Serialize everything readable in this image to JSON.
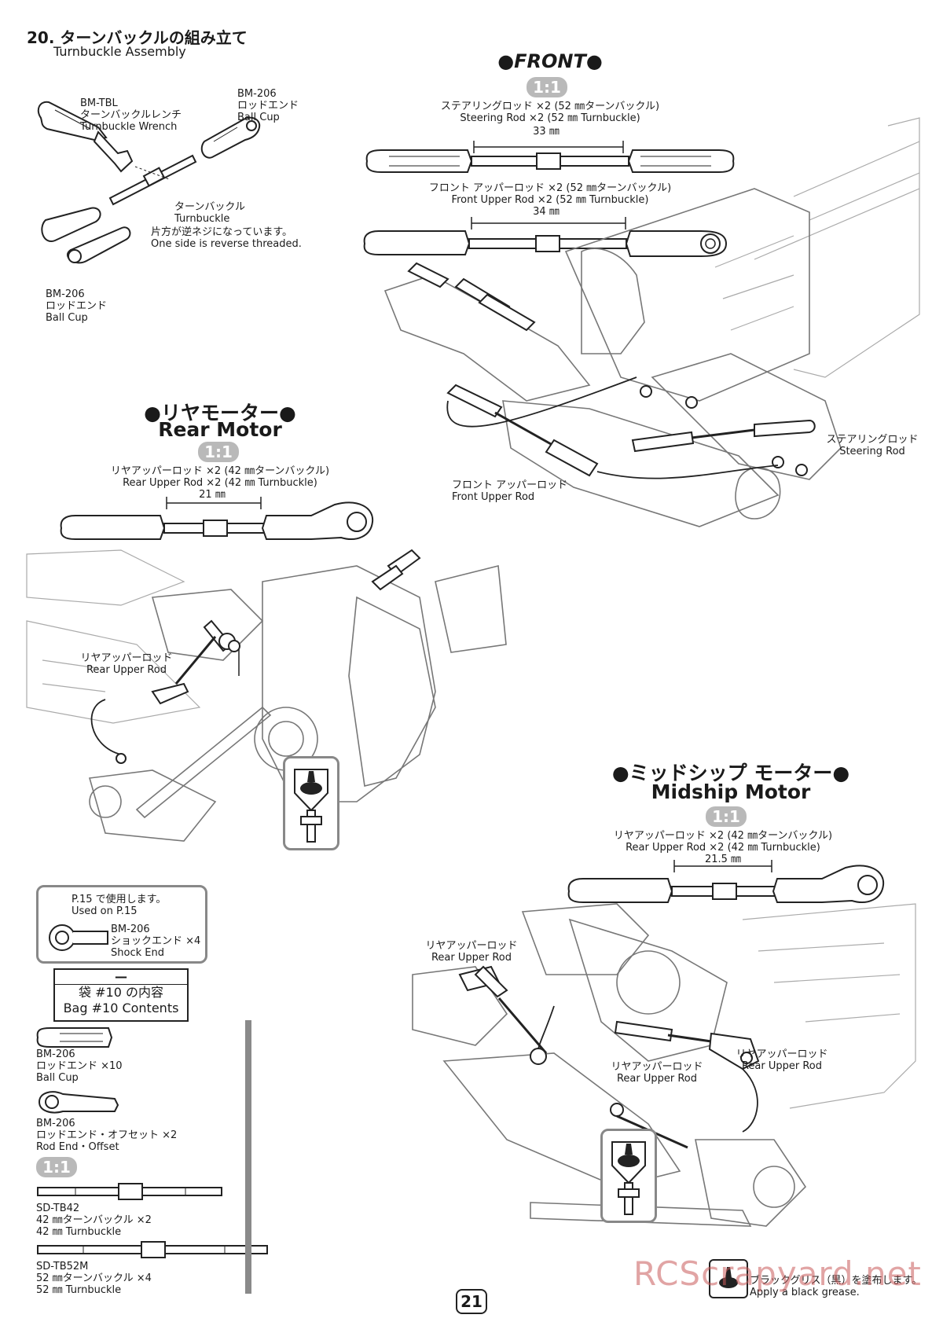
{
  "section": {
    "number_title": "20. ターンバックルの組み立て",
    "title_en": "Turnbuckle Assembly"
  },
  "assembly": {
    "wrench_code": "BM-TBL",
    "wrench_jp": "ターンバックルレンチ",
    "wrench_en": "Turnbuckle Wrench",
    "ballcup_top_code": "BM-206",
    "ballcup_top_jp": "ロッドエンド",
    "ballcup_top_en": "Ball Cup",
    "turnbuckle_jp": "ターンバックル",
    "turnbuckle_en": "Turnbuckle",
    "reverse_jp": "片方が逆ネジになっています。",
    "reverse_en": "One side is reverse threaded.",
    "ballcup_bottom_code": "BM-206",
    "ballcup_bottom_jp": "ロッドエンド",
    "ballcup_bottom_en": "Ball Cup"
  },
  "front": {
    "heading": "●FRONT●",
    "scale": "1:1",
    "steer_jp": "ステアリングロッド ×2 (52 ㎜ターンバックル)",
    "steer_en": "Steering Rod ×2 (52 ㎜ Turnbuckle)",
    "steer_len": "33 ㎜",
    "upper_jp": "フロント アッパーロッド ×2 (52 ㎜ターンバックル)",
    "upper_en": "Front Upper Rod ×2 (52 ㎜ Turnbuckle)",
    "upper_len": "34 ㎜",
    "callout_steer_jp": "ステアリングロッド",
    "callout_steer_en": "Steering Rod",
    "callout_upper_jp": "フロント アッパーロッド",
    "callout_upper_en": "Front Upper Rod"
  },
  "rear": {
    "heading_jp": "●リヤモーター●",
    "heading_en": "Rear Motor",
    "scale": "1:1",
    "rod_jp": "リヤアッパーロッド ×2 (42 ㎜ターンバックル)",
    "rod_en": "Rear Upper Rod ×2 (42 ㎜ Turnbuckle)",
    "rod_len": "21 ㎜",
    "callout_jp": "リヤアッパーロッド",
    "callout_en": "Rear Upper Rod"
  },
  "mid": {
    "heading_jp": "●ミッドシップ モーター●",
    "heading_en": "Midship Motor",
    "scale": "1:1",
    "rod_jp": "リヤアッパーロッド ×2 (42 ㎜ターンバックル)",
    "rod_en": "Rear Upper Rod ×2 (42 ㎜ Turnbuckle)",
    "rod_len": "21.5 ㎜",
    "callout1_jp": "リヤアッパーロッド",
    "callout1_en": "Rear Upper Rod",
    "callout2_jp": "リヤアッパーロッド",
    "callout2_en": "Rear Upper Rod",
    "callout3_jp": "リヤアッパーロッド",
    "callout3_en": "Rear Upper Rod"
  },
  "used_box": {
    "line1": "P.15 で使用します。",
    "line2": "Used on P.15",
    "code": "BM-206",
    "jp": "ショックエンド ×4",
    "en": "Shock End"
  },
  "bag": {
    "dash": "—",
    "jp": "袋 #10 の内容",
    "en": "Bag #10 Contents"
  },
  "parts": [
    {
      "code": "BM-206",
      "jp": "ロッドエンド ×10",
      "en": "Ball Cup"
    },
    {
      "code": "BM-206",
      "jp": "ロッドエンド・オフセット ×2",
      "en": "Rod End・Offset"
    },
    {
      "code": "SD-TB42",
      "jp": "42 ㎜ターンバックル ×2",
      "en": "42 ㎜ Turnbuckle"
    },
    {
      "code": "SD-TB52M",
      "jp": "52 ㎜ターンバックル ×4",
      "en": "52 ㎜ Turnbuckle"
    }
  ],
  "parts_scale": "1:1",
  "grease": {
    "jp": "ブラックグリス（黒）を塗布します。",
    "en": "Apply a black grease."
  },
  "page_number": "21",
  "watermark": "RCScrapyard.net"
}
